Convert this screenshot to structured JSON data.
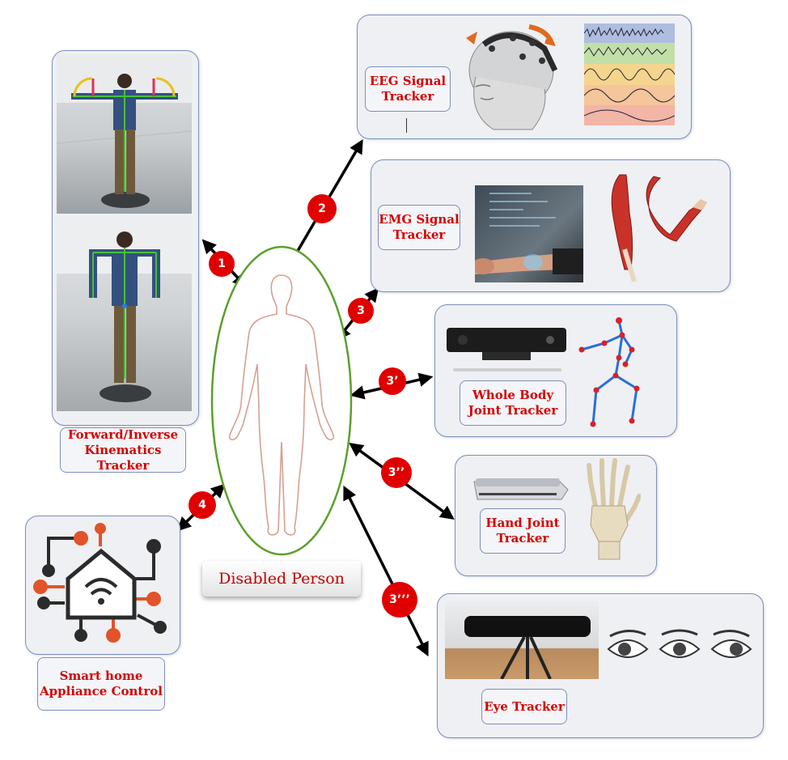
{
  "center": {
    "caption": "Disabled Person"
  },
  "trackers": {
    "kinematics": {
      "label": "Forward/Inverse\nKinematics Tracker"
    },
    "eeg": {
      "label": "EEG Signal\nTracker"
    },
    "emg": {
      "label": "EMG Signal\nTracker"
    },
    "whole_body": {
      "label": "Whole Body\nJoint Tracker"
    },
    "hand": {
      "label": "Hand Joint\nTracker"
    },
    "eye": {
      "label": "Eye Tracker"
    },
    "smart_home": {
      "label": "Smart home\nAppliance Control"
    }
  },
  "badges": {
    "b1": "1",
    "b2": "2",
    "b3": "3",
    "b3p": "3’",
    "b3pp": "3’’",
    "b3ppp": "3’’’",
    "b4": "4"
  },
  "colors": {
    "badge": "#e00000",
    "label_text": "#d40000",
    "panel_border": "#7c8fbd",
    "person_outline": "#5aa02c",
    "arrow": "#000000"
  }
}
